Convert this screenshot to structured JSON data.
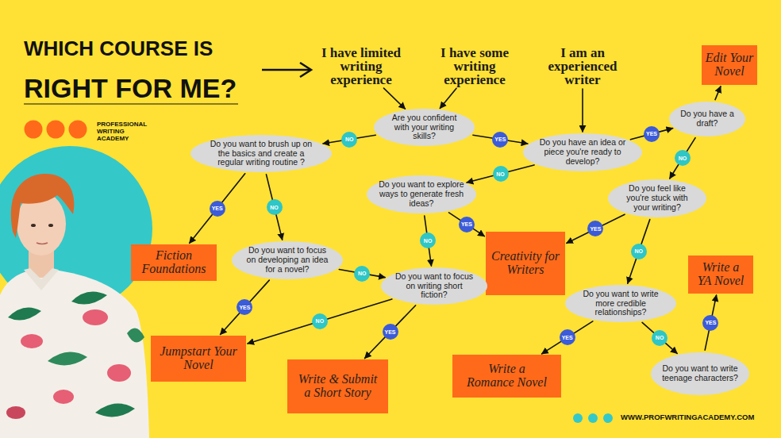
{
  "diagram": {
    "title": "WHICH COURSE IS RIGHT FOR ME?",
    "nodes": [
      {
        "text": [
          "I have limited writing experience"
        ]
      },
      {
        "text": [
          "I have some writing experience"
        ]
      },
      {
        "text": [
          "I am an experienced writer"
        ]
      },
      {
        "text": [
          "Edit Your Novel"
        ]
      },
      {
        "text": [
          "Do you have a draft?"
        ]
      },
      {
        "text": [
          "Are you confident with your writing skills?"
        ]
      },
      {
        "text": [
          "Do you want to brush up on the basics and create a regular writing routine ?"
        ]
      },
      {
        "text": [
          "Do you have an idea or piece you're ready to develop?"
        ]
      },
      {
        "text": [
          "Do you want to explore ways to generate fresh ideas?"
        ]
      },
      {
        "text": [
          "Do you feel like you're stuck with your writing?"
        ]
      },
      {
        "text": [
          "Fiction Foundations"
        ]
      },
      {
        "text": [
          "Do you want to focus on developing an idea for a novel?"
        ]
      },
      {
        "text": [
          "Creativity for Writers"
        ]
      },
      {
        "text": [
          "Do you want to focus on writing short fiction?"
        ]
      },
      {
        "text": [
          "Write a YA Novel"
        ]
      },
      {
        "text": [
          "Do you want to write more credible relationships?"
        ]
      },
      {
        "text": [
          "Jumpstart Your Novel"
        ]
      },
      {
        "text": [
          "Write & Submit a Short Story"
        ]
      },
      {
        "text": [
          "Write a Romance Novel"
        ]
      },
      {
        "text": [
          "Do you want to write teenage characters?"
        ]
      }
    ],
    "edges": [
      {
        "from": 0,
        "to": 5,
        "arrow": "to"
      },
      {
        "from": 1,
        "to": 5,
        "arrow": "to"
      },
      {
        "from": 2,
        "to": 7,
        "arrow": "to"
      },
      {
        "from": 5,
        "to": 6,
        "label": "NO",
        "arrow": "to"
      },
      {
        "from": 5,
        "to": 7,
        "label": "YES",
        "arrow": "to"
      },
      {
        "from": 7,
        "to": 4,
        "label": "YES",
        "arrow": "to"
      },
      {
        "from": 4,
        "to": 3,
        "arrow": "to"
      },
      {
        "from": 4,
        "to": 9,
        "label": "NO",
        "arrow": "to"
      },
      {
        "from": 7,
        "to": 8,
        "label": "NO",
        "arrow": "to"
      },
      {
        "from": 6,
        "to": 10,
        "label": "YES",
        "arrow": "to"
      },
      {
        "from": 6,
        "to": 11,
        "label": "NO",
        "arrow": "to"
      },
      {
        "from": 8,
        "to": 13,
        "label": "NO",
        "arrow": "to"
      },
      {
        "from": 8,
        "to": 12,
        "label": "YES",
        "arrow": "to"
      },
      {
        "from": 9,
        "to": 12,
        "label": "YES",
        "arrow": "to"
      },
      {
        "from": 9,
        "to": 15,
        "label": "NO",
        "arrow": "to"
      },
      {
        "from": 11,
        "to": 16,
        "label": "YES",
        "arrow": "to"
      },
      {
        "from": 11,
        "to": 13,
        "label": "NO",
        "arrow": "to"
      },
      {
        "from": 13,
        "to": 16,
        "label": "NO",
        "arrow": "to"
      },
      {
        "from": 13,
        "to": 17,
        "label": "YES",
        "arrow": "to"
      },
      {
        "from": 15,
        "to": 18,
        "label": "YES",
        "arrow": "to"
      },
      {
        "from": 15,
        "to": 19,
        "label": "NO",
        "arrow": "to"
      },
      {
        "from": 19,
        "to": 14,
        "label": "YES",
        "arrow": "to"
      }
    ],
    "labels": [
      "PROFESSIONAL WRITING ACADEMY",
      "WWW.PROFWRITINGACADEMY.COM"
    ]
  }
}
